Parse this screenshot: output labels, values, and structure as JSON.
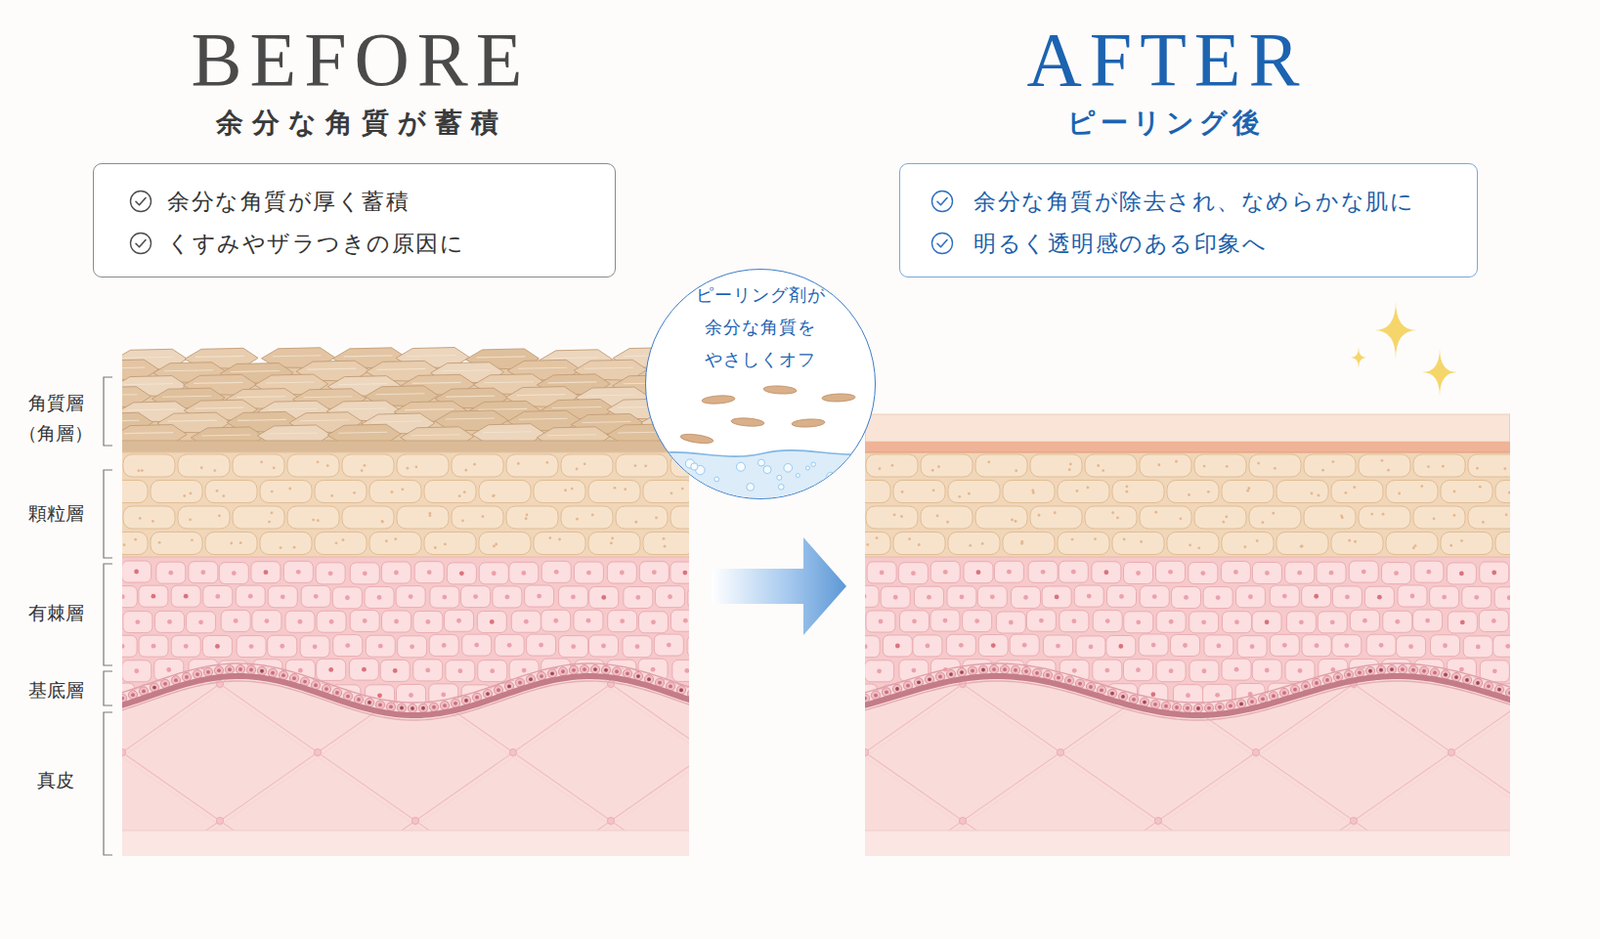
{
  "diagram": {
    "nodes": [
      {
        "text": [
          "余分な角質が厚く蓄積",
          "くすみやザラつきの原因に"
        ]
      },
      {
        "text": [
          "余分な角質が除去され、なめらかな肌に",
          "明るく透明感のある印象へ"
        ]
      },
      {
        "text": [
          "ピーリング剤が 余分な角質を やさしくオフ"
        ]
      }
    ],
    "labels": [
      "BEFORE",
      "余分な角質が蓄積",
      "AFTER",
      "ピーリング後",
      "角質層",
      "（角層）",
      "顆粒層",
      "有棘層",
      "基底層",
      "真皮"
    ]
  }
}
